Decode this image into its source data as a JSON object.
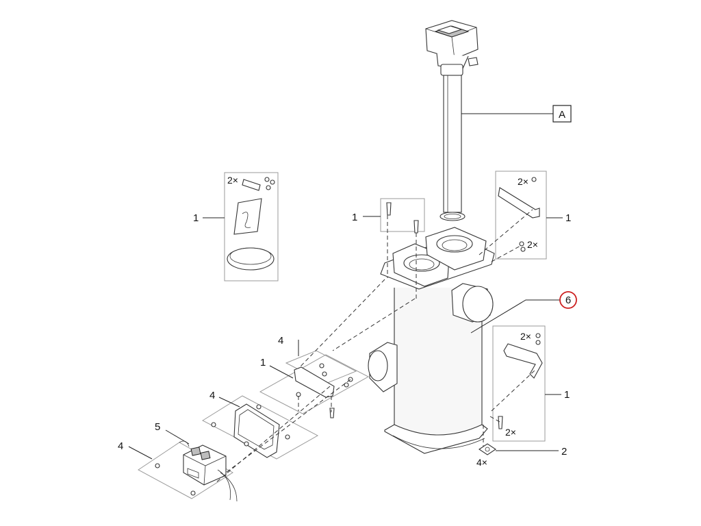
{
  "colors": {
    "line": "#222222",
    "highlight": "#cc1f1f",
    "box": "#999999"
  },
  "callouts": {
    "a": "A",
    "six": "6",
    "one_left_bag": "1",
    "one_top_center": "1",
    "one_right_top": "1",
    "one_right_bottom": "1",
    "one_lower_left": "1",
    "two": "2",
    "four_top": "4",
    "four_mid": "4",
    "four_left": "4",
    "five": "5"
  },
  "quantities": {
    "bag_kit": "2×",
    "right_top_upper": "2×",
    "right_top_lower": "2×",
    "right_bottom_upper": "2×",
    "right_bottom_lower": "2×",
    "feet": "4×"
  }
}
